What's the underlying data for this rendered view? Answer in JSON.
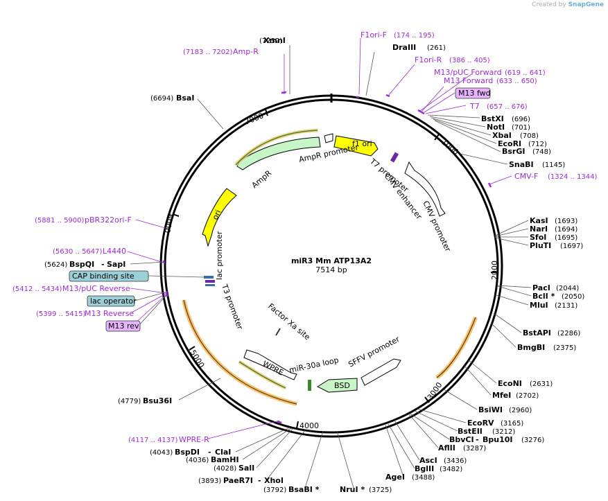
{
  "credit": {
    "prefix": "Created by",
    "brand": "SnapGene"
  },
  "plasmid": {
    "name": "miR3 Mm ATP13A2",
    "length_label": "7514 bp",
    "length": 7514
  },
  "ticks": [
    "1000",
    "2000",
    "3000",
    "4000",
    "5000",
    "6000",
    "7000"
  ],
  "colors": {
    "primer": "#9a2bd3",
    "yellow": "#ffff00",
    "green": "#c8f5c8",
    "orange": "#f5c16e",
    "highlight_cyan": "#9ccfd8",
    "highlight_purple": "#e6b3ff"
  },
  "sites": [
    {
      "name": "XmnI",
      "pos": "(7232)"
    },
    {
      "name": "DraIII",
      "pos": "(261)"
    },
    {
      "name": "BsaI",
      "pos": "(6694)"
    },
    {
      "name": "BstXI",
      "pos": "(696)"
    },
    {
      "name": "NotI",
      "pos": "(701)"
    },
    {
      "name": "XbaI",
      "pos": "(708)"
    },
    {
      "name": "EcoRI",
      "pos": "(712)"
    },
    {
      "name": "BsrGI",
      "pos": "(748)"
    },
    {
      "name": "SnaBI",
      "pos": "(1145)"
    },
    {
      "name": "KasI",
      "pos": "(1693)"
    },
    {
      "name": "NarI",
      "pos": "(1694)"
    },
    {
      "name": "SfoI",
      "pos": "(1695)"
    },
    {
      "name": "PluTI",
      "pos": "(1697)"
    },
    {
      "name": "PacI",
      "pos": "(2044)"
    },
    {
      "name": "BclI *",
      "pos": "(2050)"
    },
    {
      "name": "MluI",
      "pos": "(2131)"
    },
    {
      "name": "BstAPI",
      "pos": "(2286)"
    },
    {
      "name": "BmgBI",
      "pos": "(2375)"
    },
    {
      "name": "EcoNI",
      "pos": "(2631)"
    },
    {
      "name": "MfeI",
      "pos": "(2702)"
    },
    {
      "name": "BsiWI",
      "pos": "(2960)"
    },
    {
      "name": "EcoRV",
      "pos": "(3165)"
    },
    {
      "name": "BstEII",
      "pos": "(3212)"
    },
    {
      "name": "BbvCI",
      "pos": "(3276)",
      "name2": "Bpu10I"
    },
    {
      "name": "AflII",
      "pos": "(3287)"
    },
    {
      "name": "AscI",
      "pos": "(3436)"
    },
    {
      "name": "BglII",
      "pos": "(3482)"
    },
    {
      "name": "AgeI",
      "pos": "(3488)"
    },
    {
      "name": "NruI *",
      "pos": "(3725)"
    },
    {
      "name": "BsaBI *",
      "pos": "(3792)"
    },
    {
      "name": "PaeR7I",
      "pos": "(3893)",
      "name2": "XhoI"
    },
    {
      "name": "SalI",
      "pos": "(4028)"
    },
    {
      "name": "BamHI",
      "pos": "(4036)"
    },
    {
      "name": "BspDI",
      "pos": "(4043)",
      "name2": "ClaI"
    },
    {
      "name": "Bsu36I",
      "pos": "(4779)"
    },
    {
      "name": "BspQI",
      "pos": "(5624)",
      "name2": "SapI"
    }
  ],
  "primers": [
    {
      "name": "F1ori-F",
      "range": "(174 .. 195)"
    },
    {
      "name": "F1ori-R",
      "range": "(386 .. 405)"
    },
    {
      "name": "M13/pUC Forward",
      "range": "(619 .. 641)"
    },
    {
      "name": "M13 Forward",
      "range": "(633 .. 650)"
    },
    {
      "name": "T7",
      "range": "(657 .. 676)"
    },
    {
      "name": "CMV-F",
      "range": "(1324 .. 1344)"
    },
    {
      "name": "WPRE-R",
      "range": "(4117 .. 4137)"
    },
    {
      "name": "M13 Reverse",
      "range": "(5399 .. 5415)"
    },
    {
      "name": "M13/pUC Reverse",
      "range": "(5412 .. 5434)"
    },
    {
      "name": "L4440",
      "range": "(5630 .. 5647)"
    },
    {
      "name": "pBR322ori-F",
      "range": "(5881 .. 5900)"
    },
    {
      "name": "Amp-R",
      "range": "(7183 .. 7202)"
    }
  ],
  "boxes": {
    "m13fwd": "M13 fwd",
    "m13rev": "M13 rev",
    "cap": "CAP binding site",
    "lacop": "lac operator"
  },
  "features": {
    "f1ori": "f1 ori",
    "ampr_promoter": "AmpR promoter",
    "ampr": "AmpR",
    "ori": "ori",
    "lac_promoter": "lac promoter",
    "t3_promoter": "T3 promoter",
    "t7_promoter": "T7 promoter",
    "cmv_enhancer": "CMV enhancer",
    "cmv_promoter": "CMV promoter",
    "factor_xa": "Factor Xa site",
    "wpre": "WPRE",
    "mir30a": "miR-30a loop",
    "sffv": "SFFV promoter",
    "bsd": "BSD"
  }
}
